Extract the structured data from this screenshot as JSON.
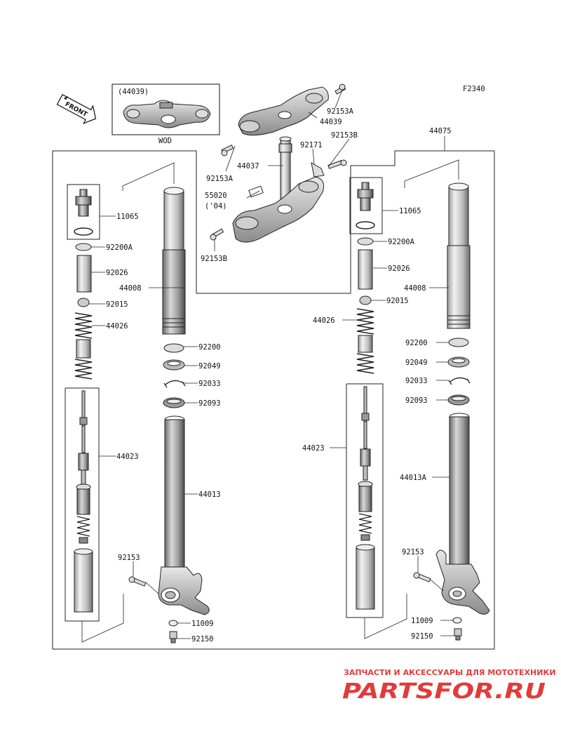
{
  "diagram_code": "F2340",
  "front_label": "FRONT",
  "inset": {
    "code": "(44039)",
    "caption": "WOD"
  },
  "callouts": {
    "c_44039": "44039",
    "c_92153A_top": "92153A",
    "c_92153B_top": "92153B",
    "c_92171": "92171",
    "c_44037": "44037",
    "c_92153A_left": "92153A",
    "c_55020": "55020",
    "c_04": "('04)",
    "c_92153B_bottom": "92153B",
    "c_44075": "44075",
    "L_11065": "11065",
    "L_92200A": "92200A",
    "L_92026": "92026",
    "L_44008": "44008",
    "L_92015": "92015",
    "L_44026": "44026",
    "L_92200": "92200",
    "L_92049": "92049",
    "L_92033": "92033",
    "L_92093": "92093",
    "L_44023": "44023",
    "L_44013": "44013",
    "L_92153": "92153",
    "L_11009": "11009",
    "L_92150": "92150",
    "R_11065": "11065",
    "R_92200A": "92200A",
    "R_92026": "92026",
    "R_44008": "44008",
    "R_92015": "92015",
    "R_44026": "44026",
    "R_92200": "92200",
    "R_92049": "92049",
    "R_92033": "92033",
    "R_92093": "92093",
    "R_44023": "44023",
    "R_44013A": "44013A",
    "R_92153": "92153",
    "R_11009": "11009",
    "R_92150": "92150"
  },
  "watermark": {
    "line1": "ЗАПЧАСТИ И АКСЕССУАРЫ ДЛЯ МОТОТЕХНИКИ",
    "line2": "PARTSFOR.RU",
    "color": "#e23b3b"
  }
}
